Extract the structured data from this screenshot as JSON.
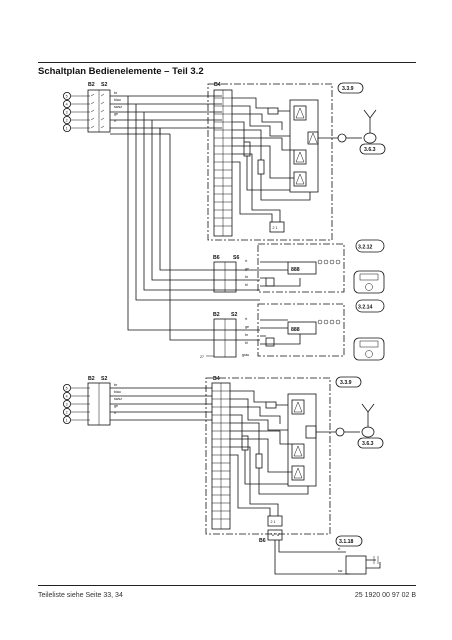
{
  "page": {
    "title": "Schaltplan Bedienelemente – Teil 3.2",
    "footer_left": "Teileliste siehe Seite 33, 34",
    "footer_right": "25 1920 00 97 02 B"
  },
  "upper_diagram": {
    "connector_b2": "B2",
    "connector_s2": "S2",
    "connector_b4": "B4",
    "connector_b6": "B6",
    "connector_s6": "S6",
    "connector_b2_lower": "B2",
    "connector_s2_lower": "S2",
    "input_numbers": [
      "5",
      "4",
      "3",
      "2",
      "1"
    ],
    "wire_colors": [
      "br",
      "blau",
      "swsz",
      "ge",
      "rt"
    ],
    "wire_colors_s6": [
      "rt",
      "ge",
      "br",
      "bl"
    ],
    "wire_colors_s2": [
      "rt",
      "ge",
      "br",
      "bl",
      "grau"
    ],
    "ref_a": "3.3.9",
    "ref_b": "3.6.3",
    "ref_c": "3.2.12",
    "ref_d": "3.2.14",
    "number_27": "27"
  },
  "lower_diagram": {
    "connector_b2": "B2",
    "connector_s2": "S2",
    "connector_b4": "B4",
    "connector_b6": "B6",
    "input_numbers": [
      "5",
      "4",
      "3",
      "2",
      "1"
    ],
    "wire_colors": [
      "br",
      "blau",
      "swsz",
      "ge",
      "rt"
    ],
    "ref_a": "3.3.9",
    "ref_b": "3.6.3",
    "ref_c": "3.1.18",
    "rt_label": "rt",
    "sw_label": "sw"
  }
}
